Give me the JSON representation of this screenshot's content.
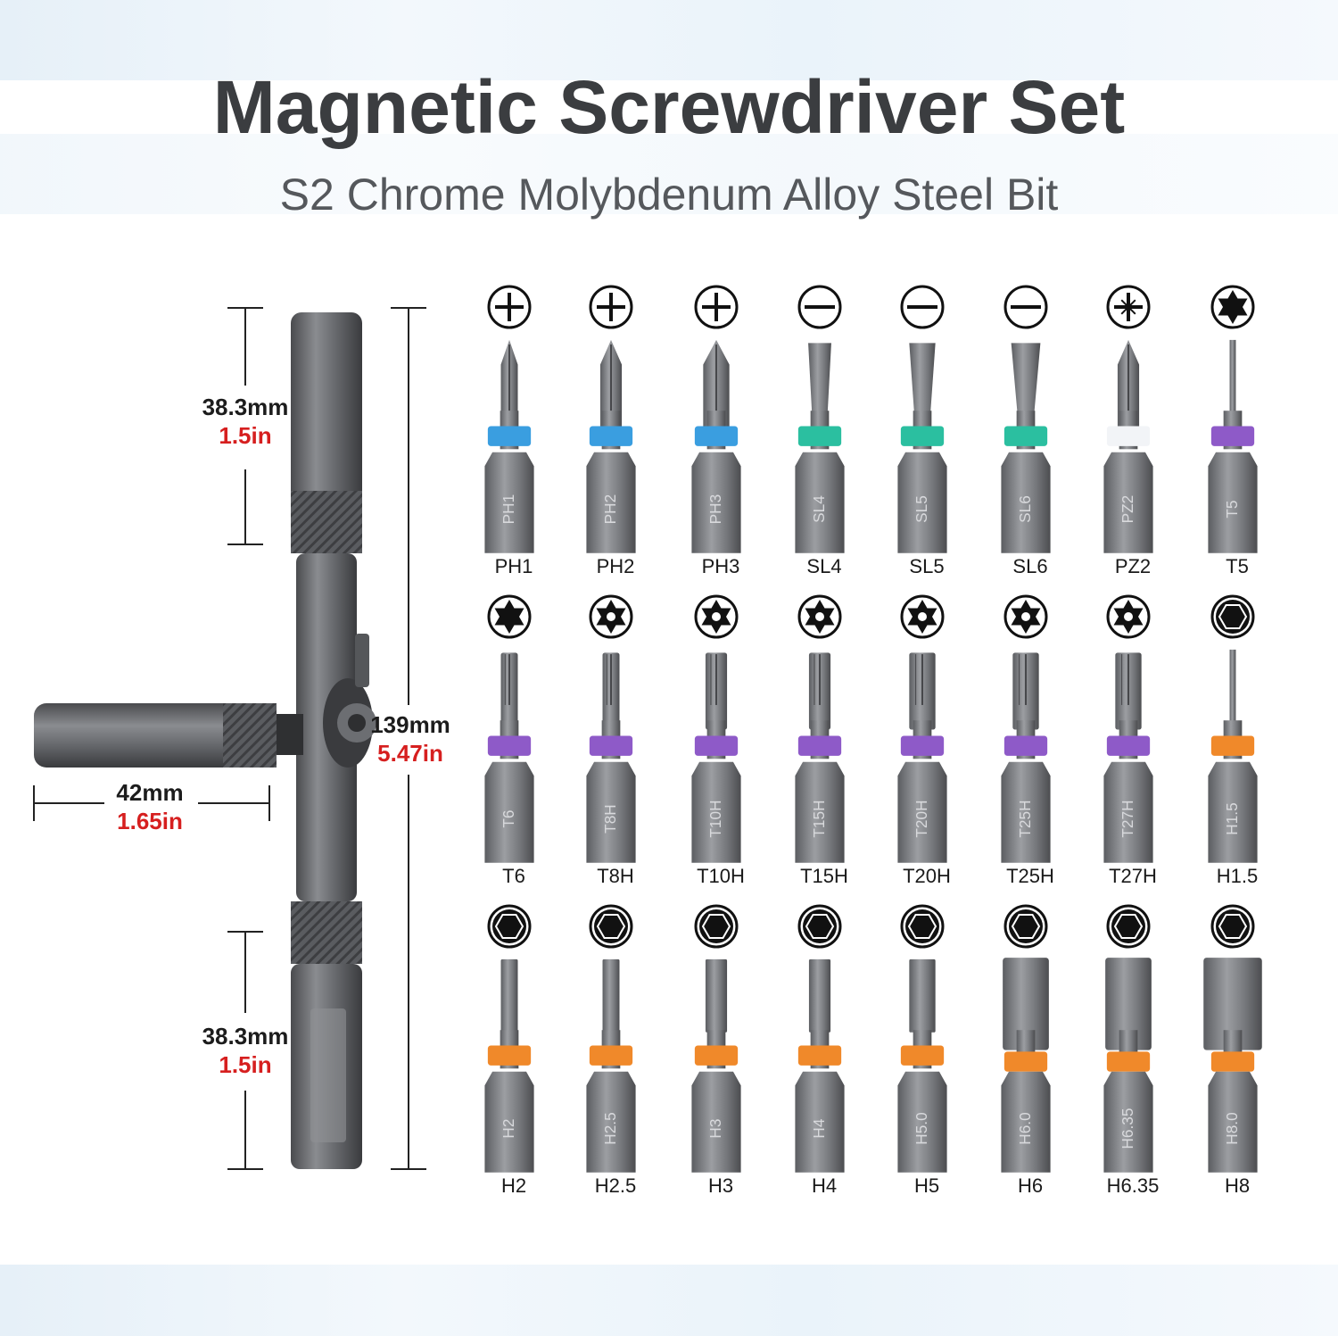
{
  "title": "Magnetic Screwdriver Set",
  "subtitle": "S2 Chrome Molybdenum Alloy Steel Bit",
  "dimensions": {
    "top_socket": {
      "mm": "38.3mm",
      "inch": "1.5in"
    },
    "total_length": {
      "mm": "139mm",
      "inch": "5.47in"
    },
    "handle_width": {
      "mm": "42mm",
      "inch": "1.65in"
    },
    "bottom_socket": {
      "mm": "38.3mm",
      "inch": "1.5in"
    }
  },
  "bits": {
    "row1": [
      {
        "label": "PH1",
        "engraving": "PH1",
        "symbol": "phillips-icon",
        "ring": "#3a9ee0",
        "tip": "phillips",
        "size": 1
      },
      {
        "label": "PH2",
        "engraving": "PH2",
        "symbol": "phillips-icon",
        "ring": "#3a9ee0",
        "tip": "phillips",
        "size": 2
      },
      {
        "label": "PH3",
        "engraving": "PH3",
        "symbol": "phillips-icon",
        "ring": "#3a9ee0",
        "tip": "phillips",
        "size": 3
      },
      {
        "label": "SL4",
        "engraving": "SL4",
        "symbol": "slotted-icon",
        "ring": "#2bbfa0",
        "tip": "slot",
        "size": 1
      },
      {
        "label": "SL5",
        "engraving": "SL5",
        "symbol": "slotted-icon",
        "ring": "#2bbfa0",
        "tip": "slot",
        "size": 2
      },
      {
        "label": "SL6",
        "engraving": "SL6",
        "symbol": "slotted-icon",
        "ring": "#2bbfa0",
        "tip": "slot",
        "size": 3
      },
      {
        "label": "PZ2",
        "engraving": "PZ2",
        "symbol": "pozidriv-icon",
        "ring": "#f2f4f7",
        "tip": "phillips",
        "size": 2
      },
      {
        "label": "T5",
        "engraving": "T5",
        "symbol": "torx-icon",
        "ring": "#8e5ac8",
        "tip": "pin",
        "size": 1
      }
    ],
    "row2": [
      {
        "label": "T6",
        "engraving": "T6",
        "symbol": "torx-icon",
        "ring": "#8e5ac8",
        "tip": "torx",
        "size": 1
      },
      {
        "label": "T8H",
        "engraving": "T8H",
        "symbol": "torx-security-icon",
        "ring": "#8e5ac8",
        "tip": "torx",
        "size": 1
      },
      {
        "label": "T10H",
        "engraving": "T10H",
        "symbol": "torx-security-icon",
        "ring": "#8e5ac8",
        "tip": "torx",
        "size": 2
      },
      {
        "label": "T15H",
        "engraving": "T15H",
        "symbol": "torx-security-icon",
        "ring": "#8e5ac8",
        "tip": "torx",
        "size": 2
      },
      {
        "label": "T20H",
        "engraving": "T20H",
        "symbol": "torx-security-icon",
        "ring": "#8e5ac8",
        "tip": "torx",
        "size": 3
      },
      {
        "label": "T25H",
        "engraving": "T25H",
        "symbol": "torx-security-icon",
        "ring": "#8e5ac8",
        "tip": "torx",
        "size": 3
      },
      {
        "label": "T27H",
        "engraving": "T27H",
        "symbol": "torx-security-icon",
        "ring": "#8e5ac8",
        "tip": "torx",
        "size": 3
      },
      {
        "label": "H1.5",
        "engraving": "H1.5",
        "symbol": "hex-icon",
        "ring": "#f0892a",
        "tip": "pin",
        "size": 1
      }
    ],
    "row3": [
      {
        "label": "H2",
        "engraving": "H2",
        "symbol": "hex-icon",
        "ring": "#f0892a",
        "tip": "hex",
        "size": 1
      },
      {
        "label": "H2.5",
        "engraving": "H2.5",
        "symbol": "hex-icon",
        "ring": "#f0892a",
        "tip": "hex",
        "size": 1
      },
      {
        "label": "H3",
        "engraving": "H3",
        "symbol": "hex-icon",
        "ring": "#f0892a",
        "tip": "hex",
        "size": 2
      },
      {
        "label": "H4",
        "engraving": "H4",
        "symbol": "hex-icon",
        "ring": "#f0892a",
        "tip": "hex",
        "size": 2
      },
      {
        "label": "H5",
        "engraving": "H5.0",
        "symbol": "hex-icon",
        "ring": "#f0892a",
        "tip": "hex",
        "size": 3
      },
      {
        "label": "H6",
        "engraving": "H6.0",
        "symbol": "hex-icon",
        "ring": "#f0892a",
        "tip": "hexwide",
        "size": 3
      },
      {
        "label": "H6.35",
        "engraving": "H6.35",
        "symbol": "hex-icon",
        "ring": "#f0892a",
        "tip": "hexwide",
        "size": 3
      },
      {
        "label": "H8",
        "engraving": "H8.0",
        "symbol": "hex-icon",
        "ring": "#f0892a",
        "tip": "hexbig",
        "size": 3
      }
    ]
  }
}
